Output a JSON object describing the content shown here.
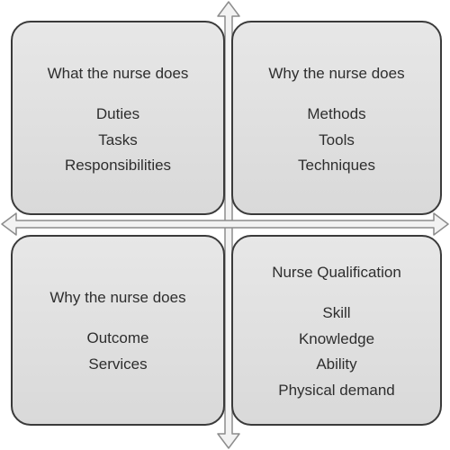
{
  "quadrants": {
    "top_left": {
      "title": "What the nurse does",
      "items": [
        "Duties",
        "Tasks",
        "Responsibilities"
      ]
    },
    "top_right": {
      "title": "Why the nurse does",
      "items": [
        "Methods",
        "Tools",
        "Techniques"
      ]
    },
    "bottom_left": {
      "title": "Why the nurse does",
      "items": [
        "Outcome",
        "Services"
      ]
    },
    "bottom_right": {
      "title": "Nurse Qualification",
      "items": [
        "Skill",
        "Knowledge",
        "Ability",
        "Physical demand"
      ]
    }
  },
  "colors": {
    "box_fill": "#dcdcdc",
    "box_border": "#3a3a3a",
    "arrow_fill": "#f2f2f2",
    "arrow_stroke": "#8c8c8c",
    "text": "#2e2e2e"
  }
}
